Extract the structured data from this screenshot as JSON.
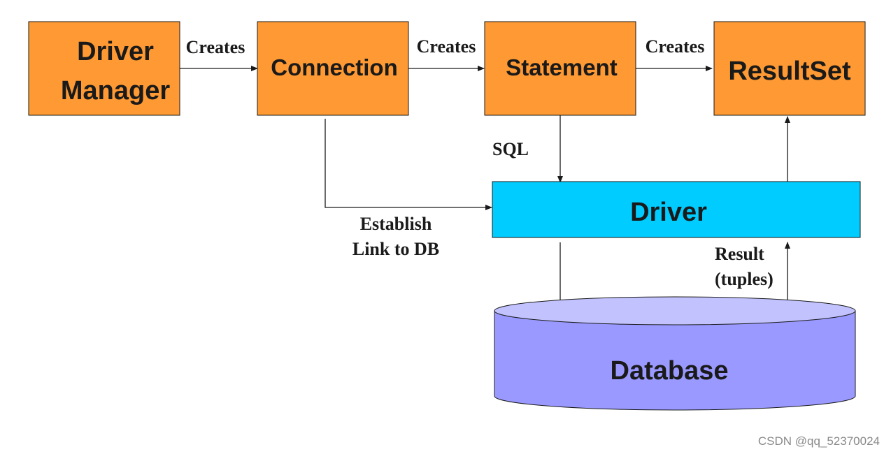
{
  "colors": {
    "orange_box": "#FF9933",
    "driver_box": "#00CCFF",
    "database_side": "#9999FF",
    "database_top": "#C2C2FF",
    "stroke": "#1a1a1a",
    "watermark": "#8a8a8a"
  },
  "nodes": {
    "driver_manager": {
      "line1": "Driver",
      "line2": "Manager"
    },
    "connection": {
      "label": "Connection"
    },
    "statement": {
      "label": "Statement"
    },
    "resultset": {
      "label": "ResultSet"
    },
    "driver": {
      "label": "Driver"
    },
    "database": {
      "label": "Database"
    }
  },
  "edges": {
    "dm_to_conn": "Creates",
    "conn_to_stmt": "Creates",
    "stmt_to_rs": "Creates",
    "stmt_to_driver": "SQL",
    "conn_to_driver_line1": "Establish",
    "conn_to_driver_line2": "Link to DB",
    "db_to_driver_line1": "Result",
    "db_to_driver_line2": "(tuples)"
  },
  "watermark": "CSDN @qq_52370024"
}
